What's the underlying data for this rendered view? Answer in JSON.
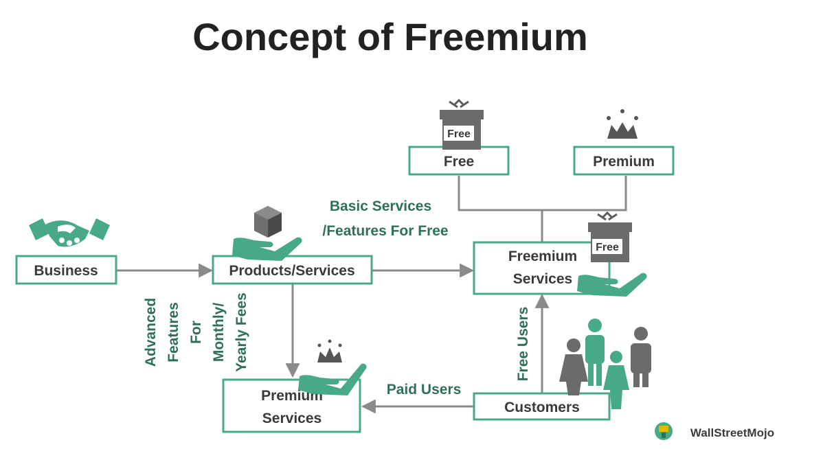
{
  "title": "Concept of Freemium",
  "boxes": {
    "business": "Business",
    "products": "Products/Services",
    "freemium_line1": "Freemium",
    "freemium_line2": "Services",
    "premium_services_line1": "Premium",
    "premium_services_line2": "Services",
    "customers": "Customers",
    "free": "Free",
    "premium": "Premium"
  },
  "labels": {
    "basic_line1": "Basic Services",
    "basic_line2": "/Features For Free",
    "advanced_line1": "Advanced",
    "advanced_line2": "Features",
    "advanced_line3": "For",
    "monthly_line1": "Monthly/",
    "monthly_line2": "Yearly Fees",
    "paid_users": "Paid Users",
    "free_users": "Free Users"
  },
  "gift_tag_free": "Free",
  "brand": "WallStreetMojo",
  "icons": [
    "handshake-icon",
    "box-icon",
    "hand-icon",
    "gift-icon",
    "crown-icon",
    "people-icon",
    "logo-icon"
  ],
  "colors": {
    "accent": "#48a88a",
    "icon_gray": "#6e6e6e",
    "arrow": "#8a8a8a",
    "title": "#222222"
  }
}
